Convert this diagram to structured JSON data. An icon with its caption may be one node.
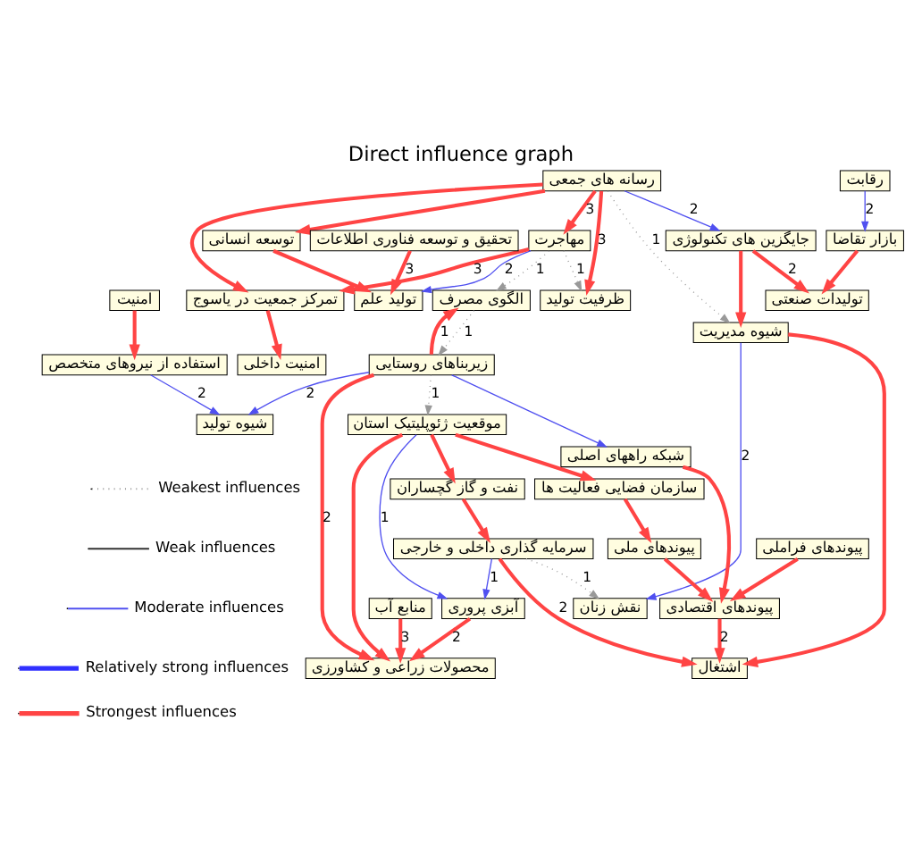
{
  "diagram": {
    "title": "Direct influence graph",
    "nodes": [
      {
        "text": [
          "رسانه های جمعی"
        ]
      },
      {
        "text": [
          "ظرفیت تولید"
        ]
      },
      {
        "text": [
          "جایگزین های تکنولوژی"
        ]
      },
      {
        "text": [
          "توسعه انسانی"
        ]
      },
      {
        "text": [
          "مهاجرت"
        ]
      },
      {
        "text": [
          "شیوه مدیریت"
        ]
      },
      {
        "text": [
          "بازار تقاضا"
        ]
      },
      {
        "text": [
          "تحقیق و توسعه فناوری اطلاعات"
        ]
      },
      {
        "text": [
          "پیوندهای فراملی"
        ]
      },
      {
        "text": [
          "تولیدات صنعتی"
        ]
      },
      {
        "text": [
          "تولید علم"
        ]
      },
      {
        "text": [
          "نقش زنان"
        ]
      },
      {
        "text": [
          "الگوی مصرف"
        ]
      },
      {
        "text": [
          "رقابت"
        ]
      },
      {
        "text": [
          "تمرکز جمعیت در یاسوج"
        ]
      },
      {
        "text": [
          "امنیت داخلی"
        ]
      },
      {
        "text": [
          "منابع آب"
        ]
      },
      {
        "text": [
          "استفاده از نیروهای متخصص"
        ]
      },
      {
        "text": [
          "امنیت"
        ]
      },
      {
        "text": [
          "پیوندهای اقتصادی"
        ]
      },
      {
        "text": [
          "اشتغال"
        ]
      },
      {
        "text": [
          "نفت و گاز گچساران"
        ]
      },
      {
        "text": [
          "شیوه تولید"
        ]
      },
      {
        "text": [
          "شبکه راههای اصلی"
        ]
      },
      {
        "text": [
          "سازمان فضایی فعالیت ها"
        ]
      },
      {
        "text": [
          "سرمایه گذاری داخلی و خارجی"
        ]
      },
      {
        "text": [
          "پیوندهای ملی"
        ]
      },
      {
        "text": [
          "زیربناهای روستایی"
        ]
      },
      {
        "text": [
          "محصولات زراعی و کشاورزی"
        ]
      },
      {
        "text": [
          "آبزی پروری"
        ]
      },
      {
        "text": [
          "موقعیت ژئوپلیتیک استان"
        ]
      }
    ],
    "edges": [
      {
        "from": 0,
        "to": 4,
        "arrow": "to",
        "label": "3"
      },
      {
        "from": 0,
        "to": 2,
        "arrow": "to",
        "label": "2",
        "color": "#5050f0"
      },
      {
        "from": 0,
        "to": 1,
        "arrow": "to",
        "label": "3"
      },
      {
        "from": 0,
        "to": 3,
        "arrow": "to"
      },
      {
        "from": 0,
        "to": 5,
        "arrow": "to",
        "label": "1",
        "style": "dashed",
        "color": "#999999"
      },
      {
        "from": 0,
        "to": 14,
        "arrow": "to"
      },
      {
        "from": 4,
        "to": 1,
        "arrow": "to",
        "label": "1",
        "style": "dashed",
        "color": "#999999"
      },
      {
        "from": 4,
        "to": 12,
        "arrow": "to",
        "label": "1",
        "style": "dashed",
        "color": "#999999"
      },
      {
        "from": 4,
        "to": 14,
        "arrow": "to",
        "label": "3"
      },
      {
        "from": 4,
        "to": 10,
        "arrow": "to",
        "label": "2",
        "color": "#5050f0"
      },
      {
        "from": 2,
        "to": 5,
        "arrow": "to"
      },
      {
        "from": 2,
        "to": 9,
        "arrow": "to",
        "label": "2"
      },
      {
        "from": 5,
        "to": 11,
        "arrow": "to",
        "label": "2",
        "color": "#5050f0"
      },
      {
        "from": 5,
        "to": 20,
        "arrow": "to"
      },
      {
        "from": 3,
        "to": 10,
        "arrow": "to"
      },
      {
        "from": 6,
        "to": 9,
        "arrow": "to"
      },
      {
        "from": 7,
        "to": 10,
        "arrow": "to",
        "label": "3"
      },
      {
        "from": 8,
        "to": 19,
        "arrow": "to"
      },
      {
        "from": 13,
        "to": 6,
        "arrow": "to",
        "label": "2",
        "color": "#5050f0"
      },
      {
        "from": 14,
        "to": 15,
        "arrow": "to"
      },
      {
        "from": 16,
        "to": 28,
        "arrow": "to",
        "label": "3"
      },
      {
        "from": 17,
        "to": 22,
        "arrow": "to",
        "label": "2",
        "color": "#5050f0"
      },
      {
        "from": 18,
        "to": 17,
        "arrow": "to"
      },
      {
        "from": 19,
        "to": 20,
        "arrow": "to",
        "label": "2"
      },
      {
        "from": 21,
        "to": 25,
        "arrow": "to"
      },
      {
        "from": 25,
        "to": 20,
        "arrow": "to",
        "label": "2"
      },
      {
        "from": 25,
        "to": 29,
        "arrow": "to",
        "label": "1",
        "color": "#5050f0"
      },
      {
        "from": 25,
        "to": 11,
        "arrow": "to",
        "label": "1",
        "style": "dashed",
        "color": "#999999"
      },
      {
        "from": 27,
        "to": 12,
        "arrow": "to",
        "label": "1"
      },
      {
        "from": 27,
        "to": 22,
        "arrow": "to",
        "label": "2",
        "color": "#5050f0"
      },
      {
        "from": 27,
        "to": 23,
        "arrow": "to",
        "color": "#5050f0"
      },
      {
        "from": 27,
        "to": 28,
        "arrow": "to",
        "label": "2"
      },
      {
        "from": 27,
        "to": 30,
        "arrow": "to",
        "label": "1",
        "style": "dashed",
        "color": "#999999"
      },
      {
        "from": 24,
        "to": 26,
        "arrow": "to"
      },
      {
        "from": 30,
        "to": 28,
        "arrow": "to"
      },
      {
        "from": 30,
        "to": 29,
        "arrow": "to",
        "label": "1",
        "color": "#5050f0"
      },
      {
        "from": 30,
        "to": 21,
        "arrow": "to"
      },
      {
        "from": 30,
        "to": 24,
        "arrow": "to"
      },
      {
        "from": 29,
        "to": 28,
        "arrow": "to",
        "label": "2"
      },
      {
        "from": 23,
        "to": 19,
        "arrow": "to"
      },
      {
        "from": 26,
        "to": 19,
        "arrow": "to"
      },
      {
        "from": 12,
        "to": 27,
        "arrow": "to",
        "label": "1",
        "style": "dashed",
        "color": "#999999"
      }
    ],
    "legend": [
      {
        "text": "Weakest influences"
      },
      {
        "text": "Weak influences"
      },
      {
        "text": "Moderate influences"
      },
      {
        "text": "Relatively strong influences"
      },
      {
        "text": "Strongest influences"
      }
    ]
  }
}
